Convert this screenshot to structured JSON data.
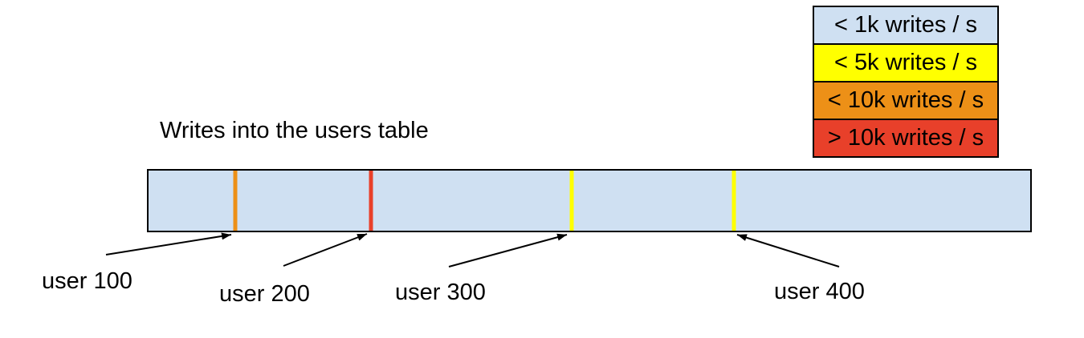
{
  "title": "Writes into the users table",
  "legend": {
    "items": [
      {
        "label": "< 1k writes / s",
        "color": "#cfe0f2"
      },
      {
        "label": "< 5k writes / s",
        "color": "#ffff00"
      },
      {
        "label": "< 10k writes / s",
        "color": "#ed9017"
      },
      {
        "label": "> 10k writes / s",
        "color": "#e8402a"
      }
    ]
  },
  "bar": {
    "fill": "#cfe0f2",
    "border_color": "#000000"
  },
  "markers": [
    {
      "label": "user 100",
      "color": "#ed9017",
      "position_pct": 9.84
    },
    {
      "label": "user 200",
      "color": "#e8402a",
      "position_pct": 25.23
    },
    {
      "label": "user 300",
      "color": "#ffff00",
      "position_pct": 48.0
    },
    {
      "label": "user 400",
      "color": "#ffff00",
      "position_pct": 66.39
    }
  ]
}
